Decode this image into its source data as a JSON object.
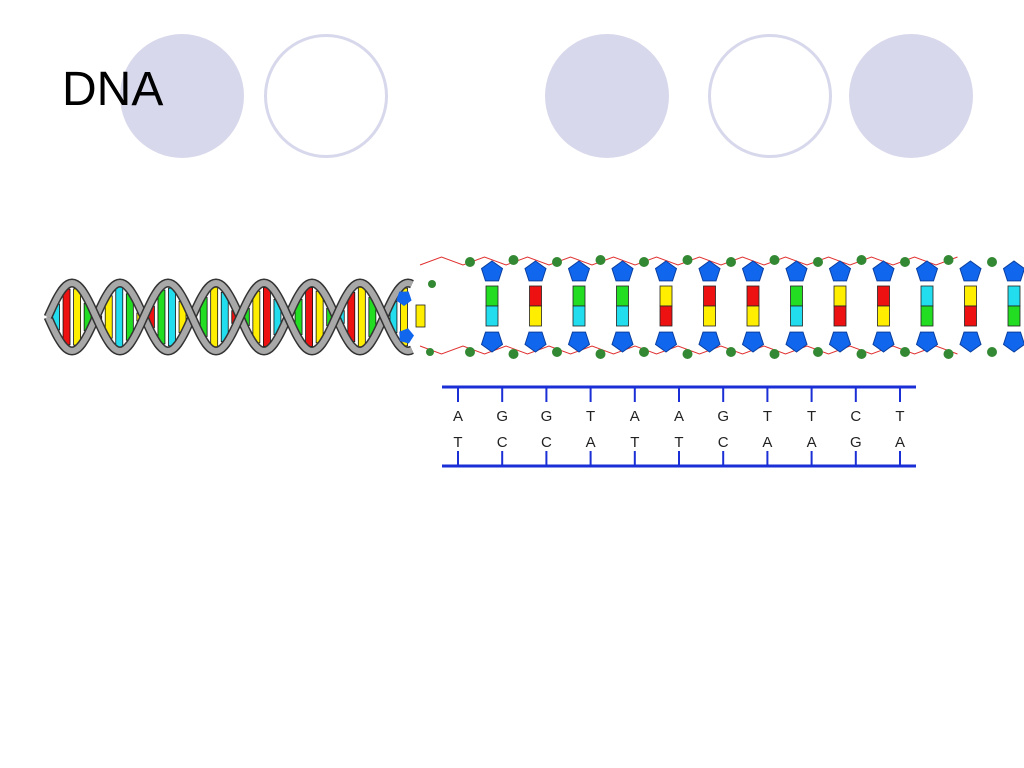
{
  "slide": {
    "title": "DNA"
  },
  "colors": {
    "decoration": "#d8d8ec",
    "adenine": "#22dd22",
    "thymine": "#ee1111",
    "guanine": "#ffee00",
    "cytosine": "#22ddee",
    "phosphate": "#338833",
    "sugar": "#1166ee",
    "backbone_line": "#1a2fd6"
  },
  "dna_diagram": {
    "helix_rungs": [
      "cyan",
      "red",
      "yellow",
      "green",
      "red",
      "yellow",
      "cyan",
      "green",
      "yellow",
      "red",
      "green",
      "cyan",
      "yellow",
      "red",
      "green",
      "yellow",
      "cyan",
      "red",
      "green",
      "yellow",
      "red",
      "cyan",
      "yellow",
      "green",
      "red",
      "yellow",
      "green",
      "cyan",
      "red",
      "yellow",
      "green",
      "red",
      "cyan",
      "yellow"
    ],
    "ladder_rungs": [
      {
        "top": "green",
        "bottom": "cyan"
      },
      {
        "top": "red",
        "bottom": "yellow"
      },
      {
        "top": "green",
        "bottom": "cyan"
      },
      {
        "top": "green",
        "bottom": "cyan"
      },
      {
        "top": "yellow",
        "bottom": "red"
      },
      {
        "top": "red",
        "bottom": "yellow"
      },
      {
        "top": "red",
        "bottom": "yellow"
      },
      {
        "top": "green",
        "bottom": "cyan"
      },
      {
        "top": "yellow",
        "bottom": "red"
      },
      {
        "top": "red",
        "bottom": "yellow"
      },
      {
        "top": "cyan",
        "bottom": "green"
      },
      {
        "top": "yellow",
        "bottom": "red"
      },
      {
        "top": "cyan",
        "bottom": "green"
      }
    ],
    "sequence": {
      "top": [
        "A",
        "G",
        "G",
        "T",
        "A",
        "A",
        "G",
        "T",
        "T",
        "C",
        "T"
      ],
      "bottom": [
        "T",
        "C",
        "C",
        "A",
        "T",
        "T",
        "C",
        "A",
        "A",
        "G",
        "A"
      ]
    }
  }
}
